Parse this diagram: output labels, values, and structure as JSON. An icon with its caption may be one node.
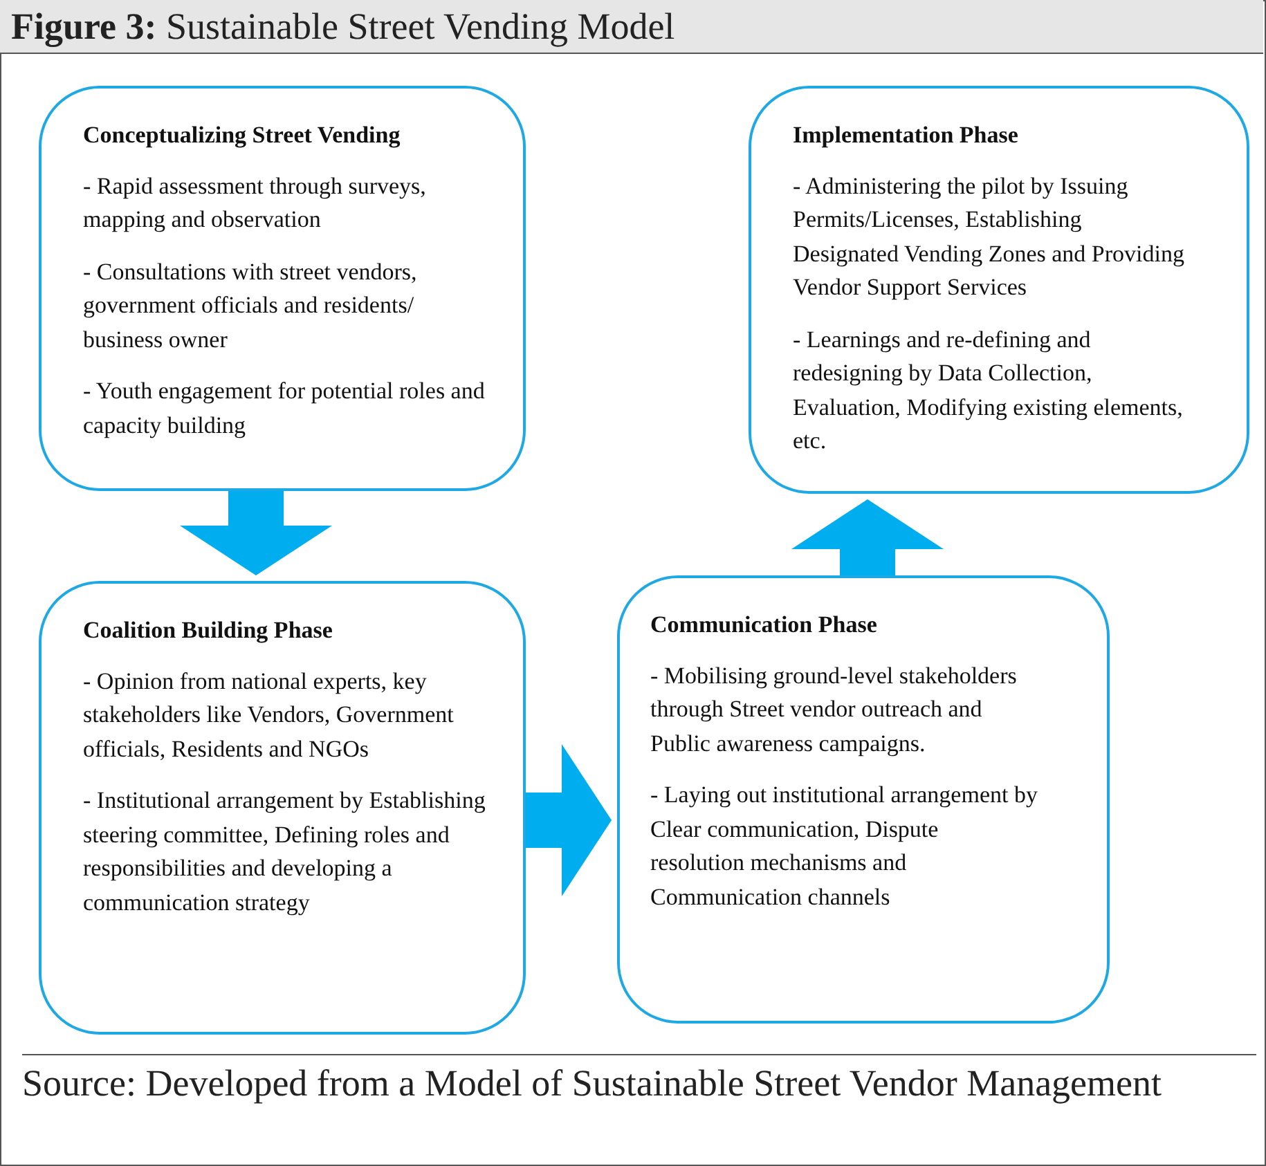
{
  "diagram": {
    "title": "**Figure 3:** Sustainable Street Vending Model",
    "caption": "Source: Developed from a Model of Sustainable Street Vendor Management",
    "nodes": [
      {
        "text": [
          "Conceptualizing Street Vending",
          "- Rapid assessment through surveys, mapping and observation",
          "- Consultations with street vendors, government officials and residents/ business owner",
          "- Youth engagement for potential roles and capacity building"
        ]
      },
      {
        "text": [
          "Implementation Phase",
          "- Administering the pilot by Issuing Permits/Licenses, Establishing Designated Vending Zones and Providing Vendor Support Services",
          "- Learnings and re-defining and redesigning by Data Collection, Evaluation, Modifying existing elements, etc."
        ]
      },
      {
        "text": [
          "Coalition Building Phase",
          "- Opinion from national experts, key stakeholders like Vendors, Government officials, Residents and NGOs",
          "- Institutional arrangement by Establishing steering committee, Defining roles and responsibilities and developing a communication strategy"
        ]
      },
      {
        "text": [
          "Communication Phase",
          "- Mobilising ground-level stakeholders through Street vendor outreach and Public awareness campaigns.",
          "- Laying out institutional arrangement by Clear communication, Dispute resolution mechanisms and Communication channels"
        ]
      }
    ],
    "edges": [
      {
        "from": 0,
        "to": 2,
        "arrow": "to"
      },
      {
        "from": 2,
        "to": 3,
        "arrow": "to"
      },
      {
        "from": 3,
        "to": 1,
        "arrow": "to"
      }
    ]
  }
}
